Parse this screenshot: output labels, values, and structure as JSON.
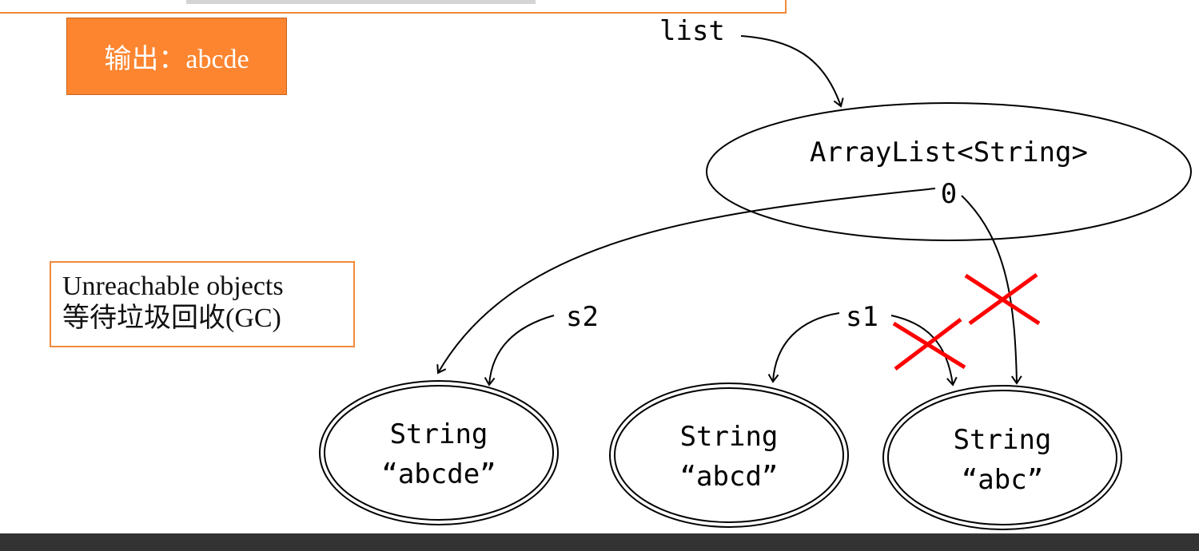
{
  "output_box": {
    "text": "输出：abcde"
  },
  "gc_box": {
    "line1": "Unreachable objects",
    "line2": "等待垃圾回收(GC)"
  },
  "diagram": {
    "list_label": "list",
    "arraylist_label": "ArrayList<String>",
    "index_label": "0",
    "s1_label": "s1",
    "s2_label": "s2",
    "nodes": [
      {
        "type": "String",
        "value": "“abcde”"
      },
      {
        "type": "String",
        "value": "“abcd”"
      },
      {
        "type": "String",
        "value": "“abc”"
      }
    ]
  },
  "colors": {
    "accent": "#fd8530",
    "border": "#f08a3c",
    "cross": "#ff0000"
  }
}
